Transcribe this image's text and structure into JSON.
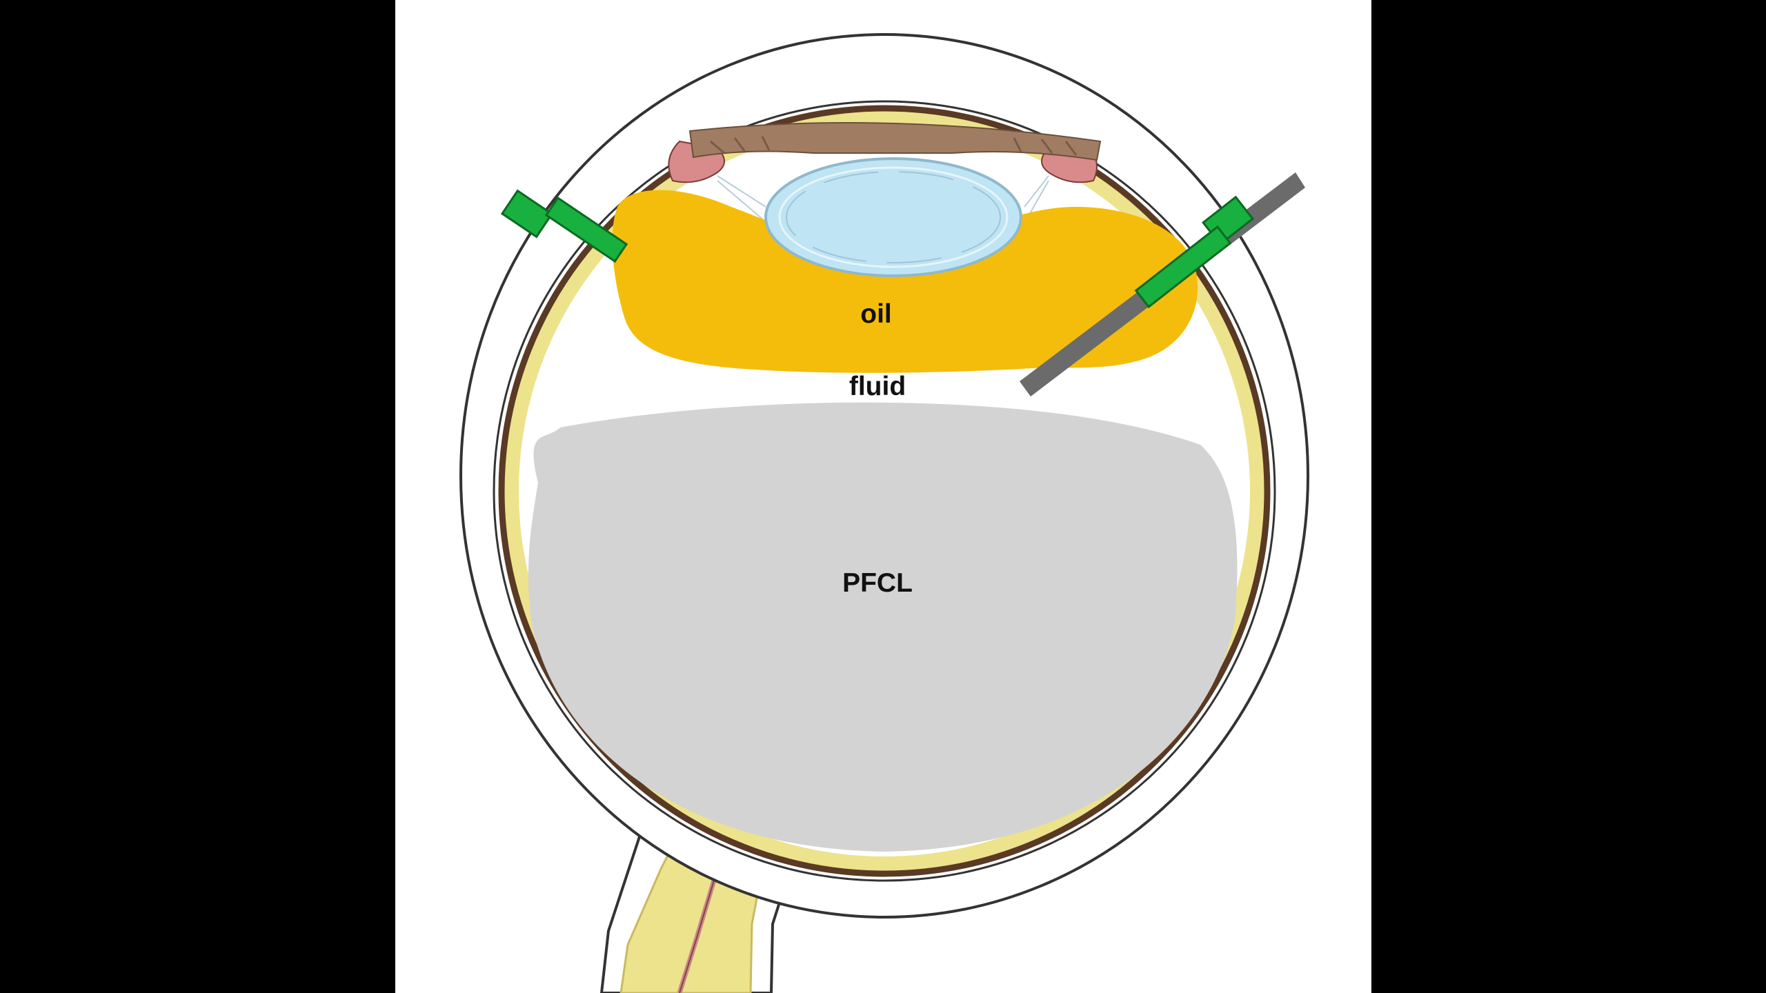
{
  "labels": {
    "oil": "oil",
    "fluid": "fluid",
    "pfcl": "PFCL"
  },
  "colors": {
    "background": "#000000",
    "panel": "#ffffff",
    "sclera_outline": "#3a3a3a",
    "choroid": "#5a3a24",
    "retina": "#ece38c",
    "oil": "#f4bd0b",
    "pfcl": "#d3d3d3",
    "lens": "#bfe4f4",
    "iris": "#a07d62",
    "ciliary_body": "#d98a8a",
    "trocar": "#18b03e",
    "instrument": "#6b6b6b",
    "optic_nerve": "#ece38c"
  }
}
